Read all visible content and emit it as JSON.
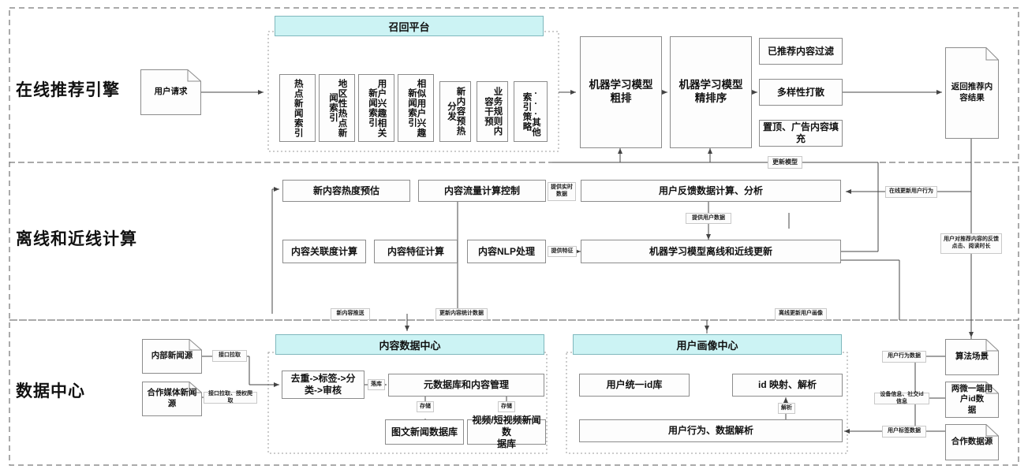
{
  "title": "新闻推荐系统架构图",
  "colors": {
    "accent_header": "#ccf3f4",
    "accent_border": "#7fb8bd",
    "node_border": "#8c8c8c",
    "line": "#444444"
  },
  "bands": [
    {
      "label": "在线推荐引擎"
    },
    {
      "label": "离线和近线计算"
    },
    {
      "label": "数据中心"
    }
  ],
  "online": {
    "user_request_doc": "用户请求",
    "recall_platform_header": "召回平台",
    "recall_items": [
      "热点新闻索引",
      "地区性热点新闻索引",
      "用户兴趣相关新闻索引",
      "相似用户兴趣新闻索引",
      "新内容预热分发",
      "业务规则内容干预",
      "...其他索引策略"
    ],
    "coarse_rank": "机器学习模型粗排",
    "fine_rank": "机器学习模型精排序",
    "filter": "已推荐内容过滤",
    "diversity": "多样性打散",
    "pin_ads": "置顶、广告内容填充",
    "result_doc": "返回推荐内容结果"
  },
  "offline": {
    "new_content_hot_estimate": "新内容热度预估",
    "content_traffic_control": "内容流量计算控制",
    "user_feedback_analysis": "用户反馈数据计算、分析",
    "content_relevance": "内容关联度计算",
    "content_feature": "内容特征计算",
    "content_nlp": "内容NLP处理",
    "ml_offline_nearline_update": "机器学习模型离线和近线更新"
  },
  "datacenter": {
    "internal_source_doc": "内部新闻源",
    "partner_source_doc": "合作媒体新闻源",
    "content_center_header": "内容数据中心",
    "dedup_pipeline": "去重->标签->分\n类->审核",
    "meta_db": "元数据库和内容管理",
    "text_news_db": "图文新闻数据库",
    "video_news_db": "视频/短视频新闻数\n据库",
    "user_profile_header": "用户画像中心",
    "user_unified_id": "用户统一id库",
    "id_mapping": "id 映射、解析",
    "user_behavior_parse": "用户行为、数据解析",
    "algo_scene_doc": "算法场景",
    "two_wei_one_duan_doc": "两微一端用户id数\n据",
    "partner_data_doc": "合作数据源"
  },
  "edge_labels": {
    "update_model": "更新模型",
    "provide_realtime_data": "提供实时\n数据",
    "provide_user_data": "提供用户数据",
    "provide_feature": "提供特征",
    "online_update_user_behavior": "在线更新用户行为",
    "user_feedback_note": "用户对推荐内容的反馈\n点击、阅读时长",
    "new_content_push": "新内容推送",
    "update_content_stats": "更新内容统计数据",
    "offline_update_profile": "离线更新用户画像",
    "api_pull": "接口拉取",
    "api_pull_authorized_crawl": "接口拉取、授权爬取",
    "落库": "落库",
    "store1": "存储",
    "store2": "存储",
    "parse": "解析",
    "user_behavior_data": "用户行为数据",
    "device_social_id": "设备信息、社交id信息",
    "user_tag_data": "用户标签数据"
  }
}
